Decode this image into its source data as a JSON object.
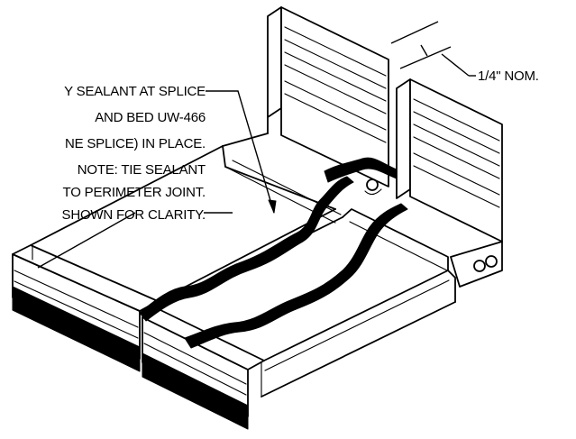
{
  "drawing": {
    "note_lines": [
      "Y SEALANT AT SPLICE",
      "AND BED UW-466",
      "NE SPLICE)  IN PLACE.",
      "NOTE: TIE SEALANT",
      "TO PERIMETER JOINT.",
      "SHOWN FOR CLARITY."
    ],
    "gap_dimension": "1/4\" NOM.",
    "colors": {
      "line": "#000000",
      "sealant": "#000000",
      "background": "#ffffff"
    }
  }
}
